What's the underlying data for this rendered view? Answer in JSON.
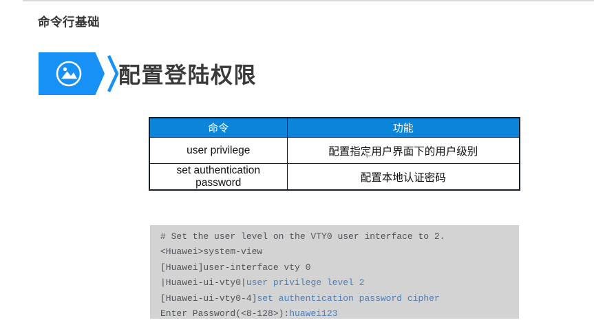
{
  "header": {
    "breadcrumb": "命令行基础",
    "title": "配置登陆权限"
  },
  "icons": {
    "banner_icon": "image-icon",
    "banner_chevron": "chevron-right-icon",
    "pointer": "mouse-cursor"
  },
  "table": {
    "headers": [
      "命令",
      "功能"
    ],
    "rows": [
      [
        "user privilege",
        "配置指定用户界面下的用户级别"
      ],
      [
        "set authentication password",
        "配置本地认证密码"
      ]
    ]
  },
  "code_block": {
    "lines": [
      [
        {
          "text": "# Set the user level on the VTY0 user interface to 2.",
          "color": "dark"
        }
      ],
      [
        {
          "text": "<Huawei>system-view",
          "color": "dark"
        }
      ],
      [
        {
          "text": "[Huawei]user-interface vty 0",
          "color": "dark"
        }
      ],
      [
        {
          "text": "|Huawei-ui-vty0|",
          "color": "dark"
        },
        {
          "text": "user privilege level 2",
          "color": "blue"
        }
      ],
      [
        {
          "text": "[Huawei-ui-vty0-4]",
          "color": "dark"
        },
        {
          "text": "set authentication password cipher",
          "color": "blue"
        }
      ],
      [
        {
          "text": "Enter Password(<8-128>):",
          "color": "dark"
        },
        {
          "text": "huawei123",
          "color": "blue"
        }
      ]
    ]
  },
  "colors": {
    "banner_blue": "#1791f5",
    "table_header_blue": "#0a85da",
    "table_border": "#141d2b",
    "code_background": "#d3d3d3",
    "code_text_dark": "#4f5459",
    "code_text_blue": "#4f7db8",
    "heading_text": "#3a3a3a",
    "top_divider": "#d9d9d9"
  }
}
